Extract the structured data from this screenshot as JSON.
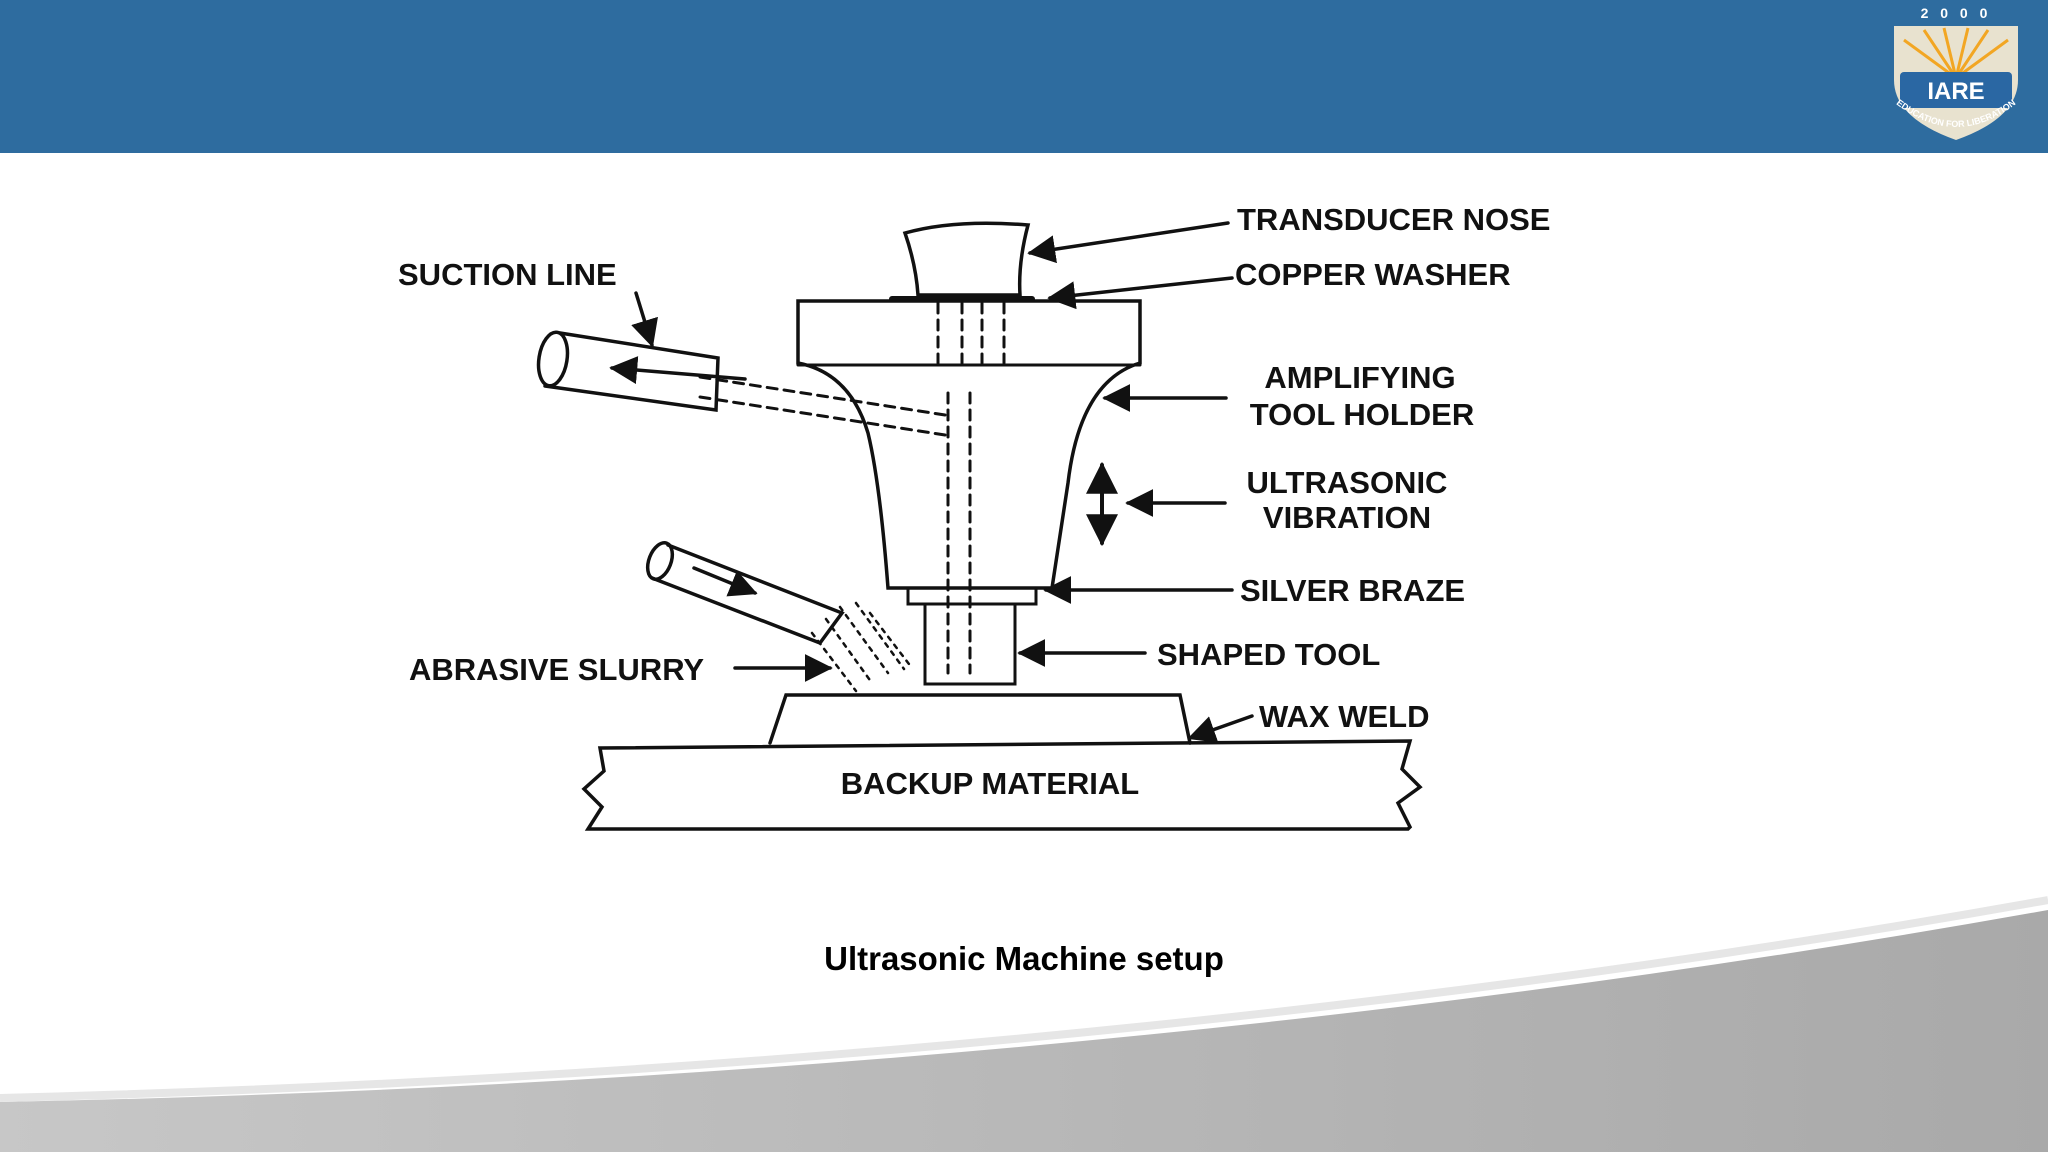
{
  "header": {
    "brand_color": "#2e6c9f",
    "logo": {
      "year": "2 0 0 0",
      "name": "IARE",
      "motto": "EDUCATION FOR LIBERATION"
    }
  },
  "diagram": {
    "labels": {
      "transducer_nose": "TRANSDUCER NOSE",
      "copper_washer": "COPPER WASHER",
      "suction_line": "SUCTION LINE",
      "amplifying_1": "AMPLIFYING",
      "amplifying_2": "TOOL HOLDER",
      "ultrasonic_1": "ULTRASONIC",
      "ultrasonic_2": "VIBRATION",
      "silver_braze": "SILVER BRAZE",
      "shaped_tool": "SHAPED TOOL",
      "abrasive_slurry": "ABRASIVE SLURRY",
      "wax_weld": "WAX WELD",
      "backup_material": "BACKUP MATERIAL"
    }
  },
  "caption": "Ultrasonic Machine setup"
}
